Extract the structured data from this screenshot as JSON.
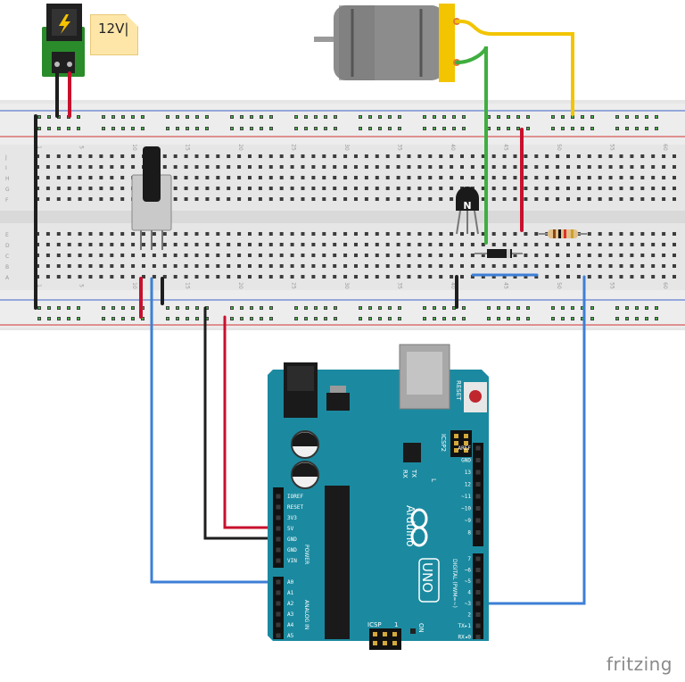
{
  "power_jack": {
    "label": "12V"
  },
  "watermark": "fritzing",
  "colors": {
    "wire_black": "#1e1e1e",
    "wire_red": "#c8102e",
    "wire_blue": "#3d7fd6",
    "wire_green": "#3fae3f",
    "wire_yellow": "#f2c500",
    "board": "#1b8aa0",
    "breadboard": "#e9e9e9",
    "rail_red": "#d13434",
    "rail_blue": "#3a64c8"
  },
  "transistor": {
    "label": "N"
  },
  "arduino": {
    "name": "Arduino",
    "model": "UNO",
    "reset_label": "RESET",
    "icsp2_label": "ICSP2",
    "icsp_label": "ICSP",
    "on_label": "ON",
    "tx_label": "TX",
    "rx_label": "RX",
    "l_label": "L",
    "one_label": "1",
    "power_label": "POWER",
    "analog_label": "ANALOG IN",
    "digital_label": "DIGITAL (PWM=~)",
    "power_pins": [
      "IOREF",
      "RESET",
      "3V3",
      "5V",
      "GND",
      "GND",
      "VIN"
    ],
    "analog_pins": [
      "A0",
      "A1",
      "A2",
      "A3",
      "A4",
      "A5"
    ],
    "digital_pins_top": [
      "AREF",
      "GND",
      "13",
      "12",
      "~11",
      "~10",
      "~9",
      "8"
    ],
    "digital_pins_bottom": [
      "7",
      "~6",
      "~5",
      "4",
      "~3",
      "2",
      "TX▸1",
      "RX◂0"
    ]
  },
  "breadboard": {
    "row_letters_top": [
      "J",
      "I",
      "H",
      "G",
      "F"
    ],
    "row_letters_bottom": [
      "E",
      "D",
      "C",
      "B",
      "A"
    ],
    "col_numbers": [
      "1",
      "5",
      "10",
      "15",
      "20",
      "25",
      "30",
      "35",
      "40",
      "45",
      "50",
      "55",
      "60"
    ]
  }
}
